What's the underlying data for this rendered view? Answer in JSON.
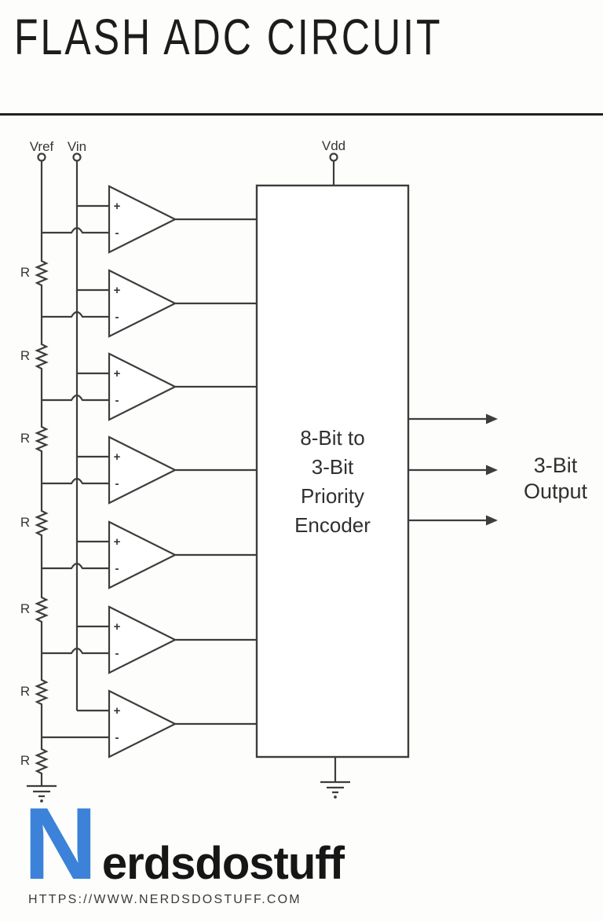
{
  "page": {
    "title": "FLASH ADC CIRCUIT"
  },
  "circuit": {
    "terminals": {
      "vref": "Vref",
      "vin": "Vin",
      "vdd": "Vdd"
    },
    "resistor_label": "R",
    "resistor_count": 7,
    "comparator": {
      "plus": "+",
      "minus": "-",
      "count": 7
    },
    "encoder": {
      "label": "8-Bit to\n3-Bit\nPriority\nEncoder"
    },
    "output": {
      "label": "3-Bit\nOutput",
      "arrow_count": 3
    },
    "colors": {
      "line": "#3d3d3d"
    }
  },
  "footer": {
    "logo_initial": "N",
    "logo_text": "erdsdostuff",
    "url": "HTTPS://WWW.NERDSDOSTUFF.COM",
    "colors": {
      "logo_blue": "#3c82d9"
    }
  }
}
